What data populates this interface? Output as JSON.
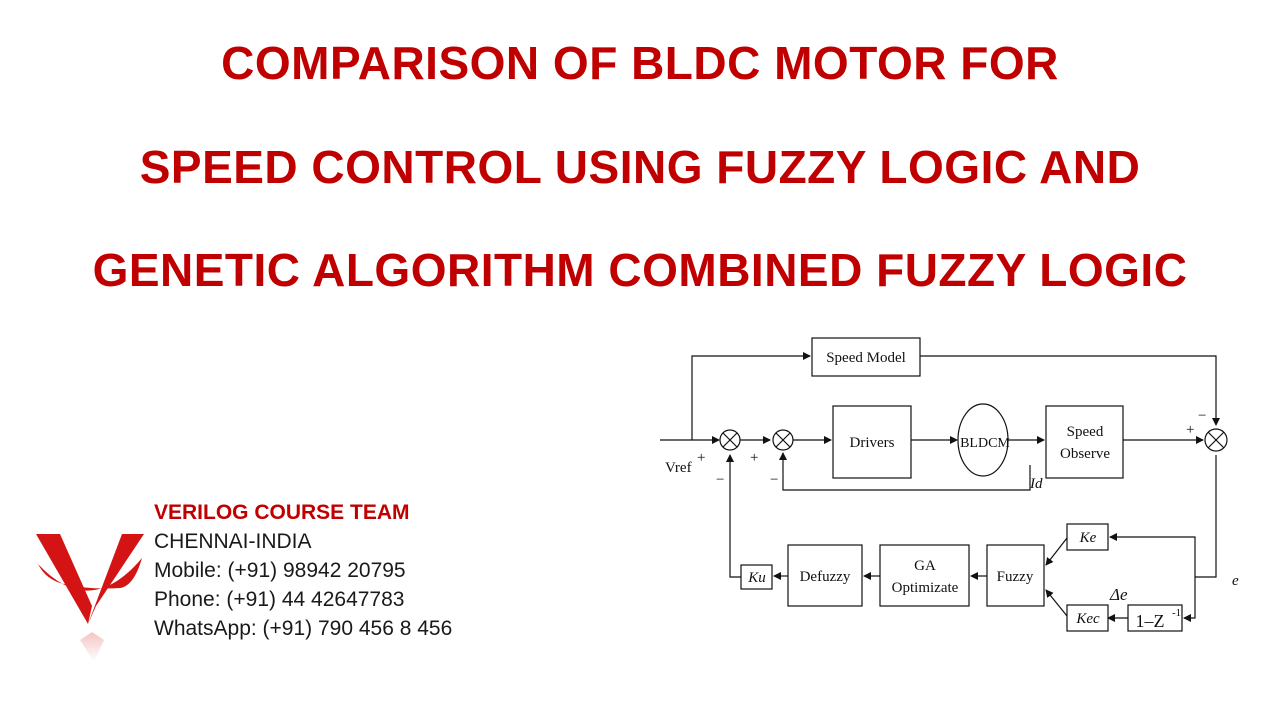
{
  "title": {
    "line1": "COMPARISON OF BLDC MOTOR FOR",
    "line2": "SPEED CONTROL USING FUZZY LOGIC AND",
    "line3": "GENETIC ALGORITHM COMBINED FUZZY LOGIC"
  },
  "contact": {
    "team": "VERILOG COURSE TEAM",
    "location": "CHENNAI-INDIA",
    "mobile": "Mobile: (+91) 98942 20795",
    "phone": "Phone: (+91) 44 42647783",
    "whatsapp": "WhatsApp: (+91) 790 456 8 456"
  },
  "diagram": {
    "blocks": {
      "speed_model": "Speed Model",
      "drivers": "Drivers",
      "bldcm": "BLDCM",
      "speed_observe_1": "Speed",
      "speed_observe_2": "Observe",
      "ke": "Ke",
      "kec": "Kec",
      "fuzzy": "Fuzzy",
      "ga_1": "GA",
      "ga_2": "Optimizate",
      "defuzzy": "Defuzzy",
      "ku": "Ku",
      "z_block": "1–Z",
      "z_exp": "-1"
    },
    "labels": {
      "vref": "Vref",
      "plus": "+",
      "minus": "−",
      "id": "Id",
      "e": "e",
      "delta_e": "Δe"
    }
  },
  "colors": {
    "title": "#c00000",
    "logo": "#d41414"
  }
}
